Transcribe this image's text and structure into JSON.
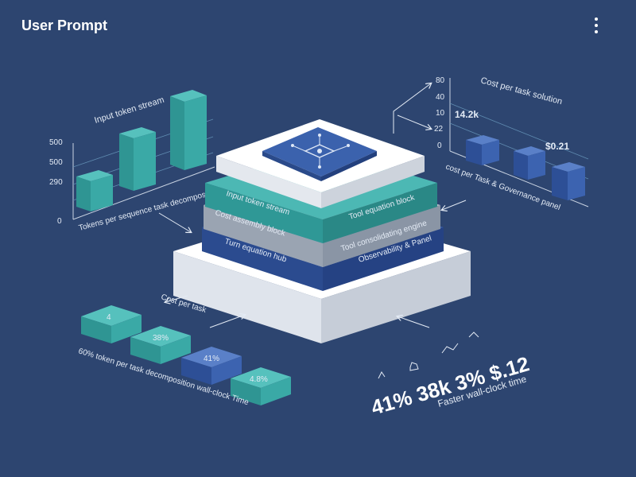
{
  "header": {
    "title": "User Prompt",
    "menu_icon": "more-vertical-icon"
  },
  "colors": {
    "background": "#2d4570",
    "teal": "#3aa6a4",
    "blue": "#3b62ad",
    "gray": "#a9b2bf",
    "white": "#f2f4f7"
  },
  "left_chart": {
    "title": "Input token stream",
    "y_ticks": [
      "500",
      "500",
      "290",
      "0"
    ],
    "caption": "Tokens per sequence task decompose"
  },
  "right_chart": {
    "title": "Cost per task solution",
    "y_ticks": [
      "80",
      "40",
      "10",
      "22",
      "0"
    ],
    "value_label": "14.2k",
    "price_label": "$0.21",
    "caption": "cost per Task & Governance panel"
  },
  "stack": {
    "top_icon": "circuit-chip-icon",
    "layers": [
      {
        "left": "Input token stream",
        "right": "Tool equation block"
      },
      {
        "left": "Cost assembly block",
        "right": "Tool consolidating engine"
      },
      {
        "left": "Turn equation hub",
        "right": "Observability & Panel"
      }
    ]
  },
  "bottom_chart": {
    "title": "Cost per task",
    "values": [
      "4",
      "38%",
      "41%",
      "4.8%"
    ],
    "caption": "60% token per task decomposition wall-clock Time"
  },
  "stats": {
    "headline": "41% 38k 3% $.12",
    "caption": "Faster wall-clock time"
  }
}
